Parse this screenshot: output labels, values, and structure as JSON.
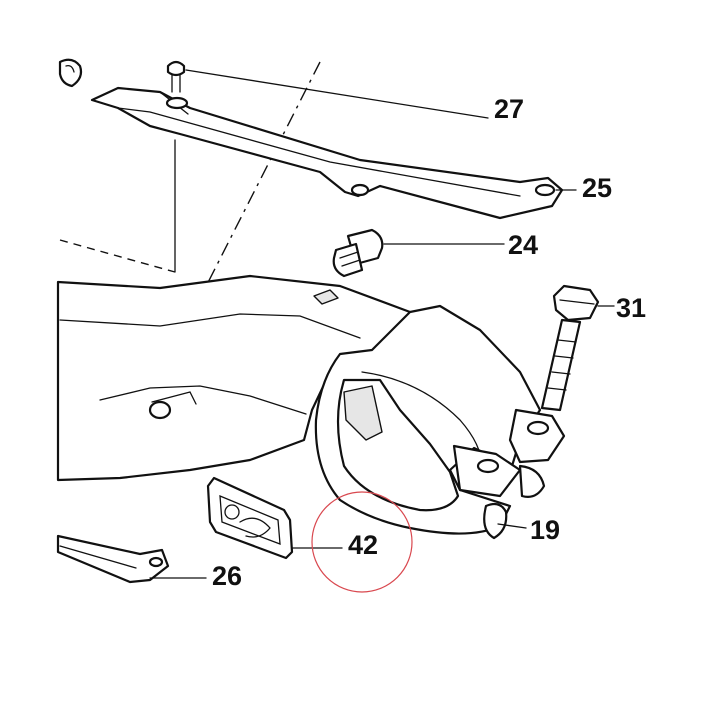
{
  "labels": {
    "p27": "27",
    "p25": "25",
    "p24": "24",
    "p31": "31",
    "p19": "19",
    "p42": "42",
    "p26": "26"
  },
  "colors": {
    "line": "#111111",
    "highlight_circle": "#d9484f",
    "background": "#ffffff"
  }
}
